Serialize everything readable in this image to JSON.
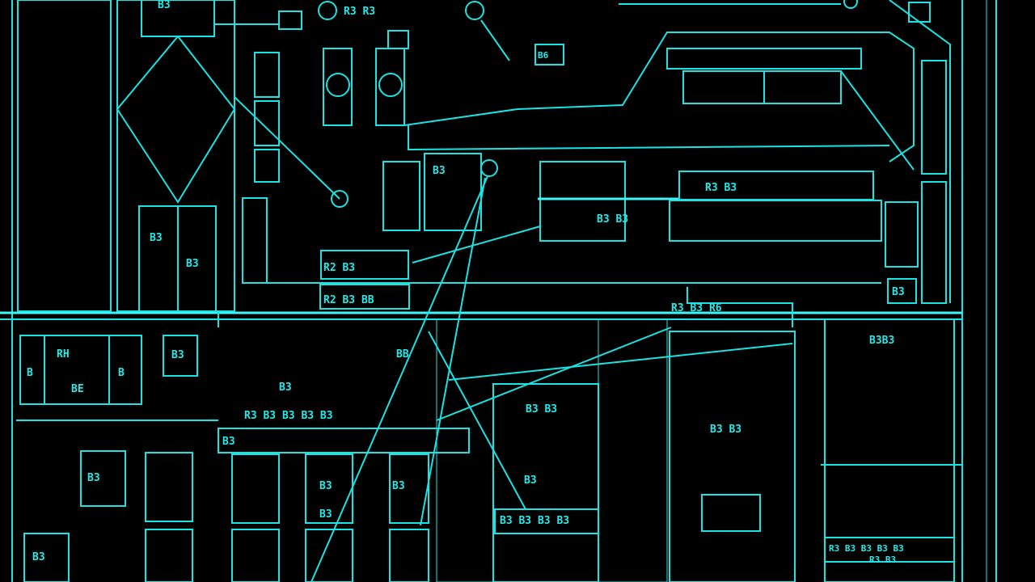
{
  "colors": {
    "background": "#000000",
    "line": "#19e3e3",
    "glow": "#3ff6f6"
  },
  "labels": {
    "top_panel": "B3",
    "coil_pair": "R3 R3",
    "junction": "B6",
    "left_box_a": "RH",
    "left_box_b": "BE",
    "left_box_c": "B",
    "left_box_d": "B",
    "center_pair": "B3",
    "mid_label_1": "R2 B3",
    "mid_label_2": "R2 B3 BB",
    "mid_label_3": "BB",
    "grille_tag": "B3 B3",
    "panel_tag": "R3 B3",
    "right_tag": "R3 B3 R6",
    "right_header": "B3B3",
    "busbar_label": "B3",
    "bus_row_text": "R3 B3 B3 B3 B3",
    "left_small_1": "B3",
    "left_small_2": "B3",
    "small_box": "B3",
    "small_box_2": "B3",
    "row_box_1": "B3",
    "row_box_2": "B3",
    "row_box_3": "B3",
    "row_box_4": "B3",
    "lower_mid_tag": "B3 B3",
    "lower_mid_row": "B3 B3 B3 B3",
    "lower_right_tag": "B3",
    "lower_right_tag2": "B3 B3",
    "bottom_right_text_1": "R3 B3 B3 B3 B3",
    "bottom_right_text_2": "R3 B3",
    "bottom_left_tag": "B3",
    "far_right_tag": "B3"
  }
}
